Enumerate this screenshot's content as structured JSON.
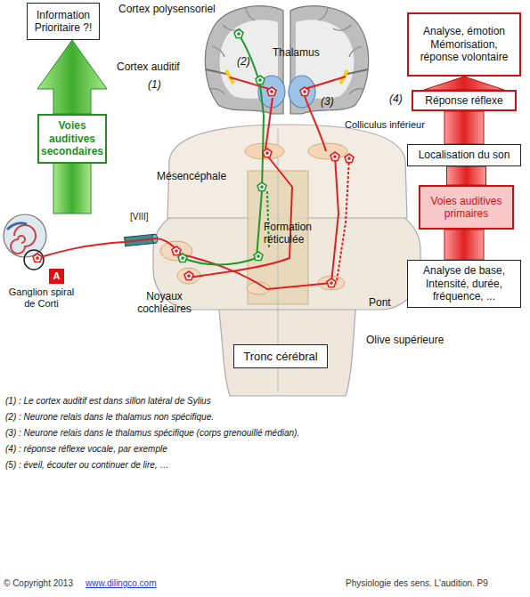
{
  "diagram": {
    "nodes": [
      {
        "text": [
          "Information Prioritaire ?!"
        ]
      },
      {
        "text": [
          "Analyse, émotion Mémorisation, réponse volontaire"
        ]
      },
      {
        "text": [
          "Réponse réflexe"
        ]
      },
      {
        "text": [
          "Voies auditives secondaires"
        ]
      },
      {
        "text": [
          "Localisation du son"
        ]
      },
      {
        "text": [
          "Voies auditives primaires"
        ]
      },
      {
        "text": [
          "A"
        ]
      },
      {
        "text": [
          "Analyse de base, Intensité, durée, fréquence, ..."
        ]
      },
      {
        "text": [
          "Tronc cérébral"
        ]
      }
    ],
    "edges": [
      {
        "from": 3,
        "to": 0,
        "arrow": "to"
      },
      {
        "from": 7,
        "to": 5,
        "arrow": "none"
      },
      {
        "from": 5,
        "to": 4,
        "arrow": "none"
      },
      {
        "from": 4,
        "to": 2,
        "arrow": "none"
      },
      {
        "from": 2,
        "to": 1,
        "arrow": "to"
      }
    ],
    "labels": [
      "Cortex polysensoriel",
      "Cortex auditif",
      "(1)",
      "(2)",
      "Thalamus",
      "(3)",
      "(4)",
      "Colliculus inférieur",
      "Mésencéphale",
      "Formation réticulée",
      "[VIII]",
      "Ganglion spiral de Corti",
      "Noyaux cochléaires",
      "Pont",
      "Olive supérieure",
      "(1) : Le cortex auditif est dans sillon latéral de Sylius",
      "(2) : Neurone relais dans le thalamus non spécifique.",
      "(3) : Neurone relais dans le thalamus spécifique (corps grenouillé médian).",
      "(4) : réponse réflexe vocale, par exemple",
      "(5) : éveil, écouter ou continuer de lire, …",
      "© Copyright 2013",
      "www.dilingco.com",
      "Physiologie des sens. L'audition. P9"
    ]
  }
}
